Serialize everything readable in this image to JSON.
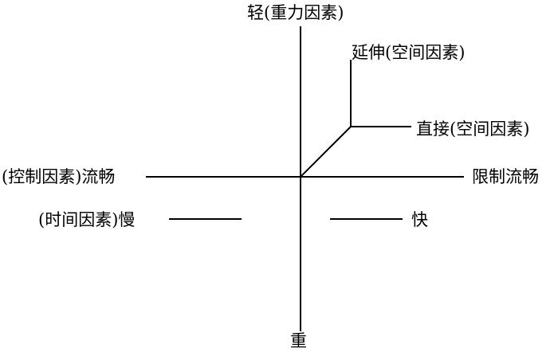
{
  "diagram": {
    "labels": {
      "top": "轻(重力因素)",
      "bottom": "重",
      "left": "(控制因素)流畅",
      "right": "限制流畅",
      "extension": "延伸(空间因素)",
      "direct": "直接(空间因素)",
      "slow": "(时间因素)慢",
      "fast": "快"
    },
    "colors": {
      "line": "#000000",
      "text": "#000000",
      "background": "#ffffff"
    }
  }
}
